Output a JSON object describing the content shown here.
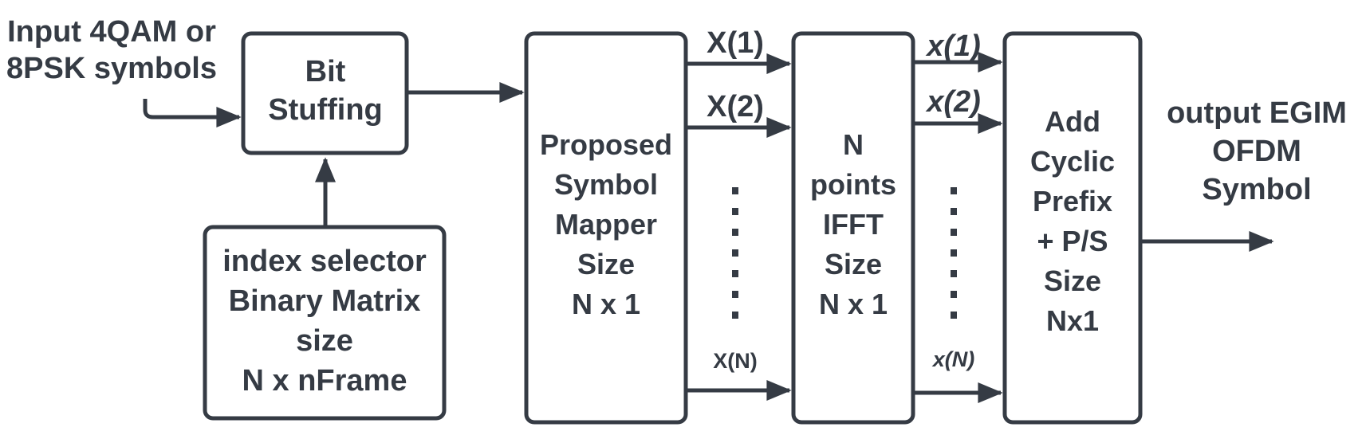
{
  "colors": {
    "ink": "#353b44",
    "background": "#ffffff"
  },
  "input_label": [
    "Input 4QAM or",
    "8PSK symbols"
  ],
  "output_label": [
    "output EGIM",
    "OFDM",
    "Symbol"
  ],
  "blocks": {
    "bit_stuffing": [
      "Bit",
      "Stuffing"
    ],
    "index_selector": [
      "index selector",
      "Binary Matrix",
      "size",
      "N x nFrame"
    ],
    "symbol_mapper": [
      "Proposed",
      "Symbol",
      "Mapper",
      "Size",
      "N x 1"
    ],
    "ifft": [
      "N",
      "points",
      "IFFT",
      "Size",
      "N x 1"
    ],
    "cyclic_prefix": [
      "Add",
      "Cyclic",
      "Prefix",
      "+ P/S",
      "Size",
      "Nx1"
    ]
  },
  "signals": {
    "freq": [
      "X(1)",
      "X(2)",
      "X(N)"
    ],
    "time": [
      "x(1)",
      "x(2)",
      "x(N)"
    ]
  },
  "ellipsis_dot_count": 7
}
